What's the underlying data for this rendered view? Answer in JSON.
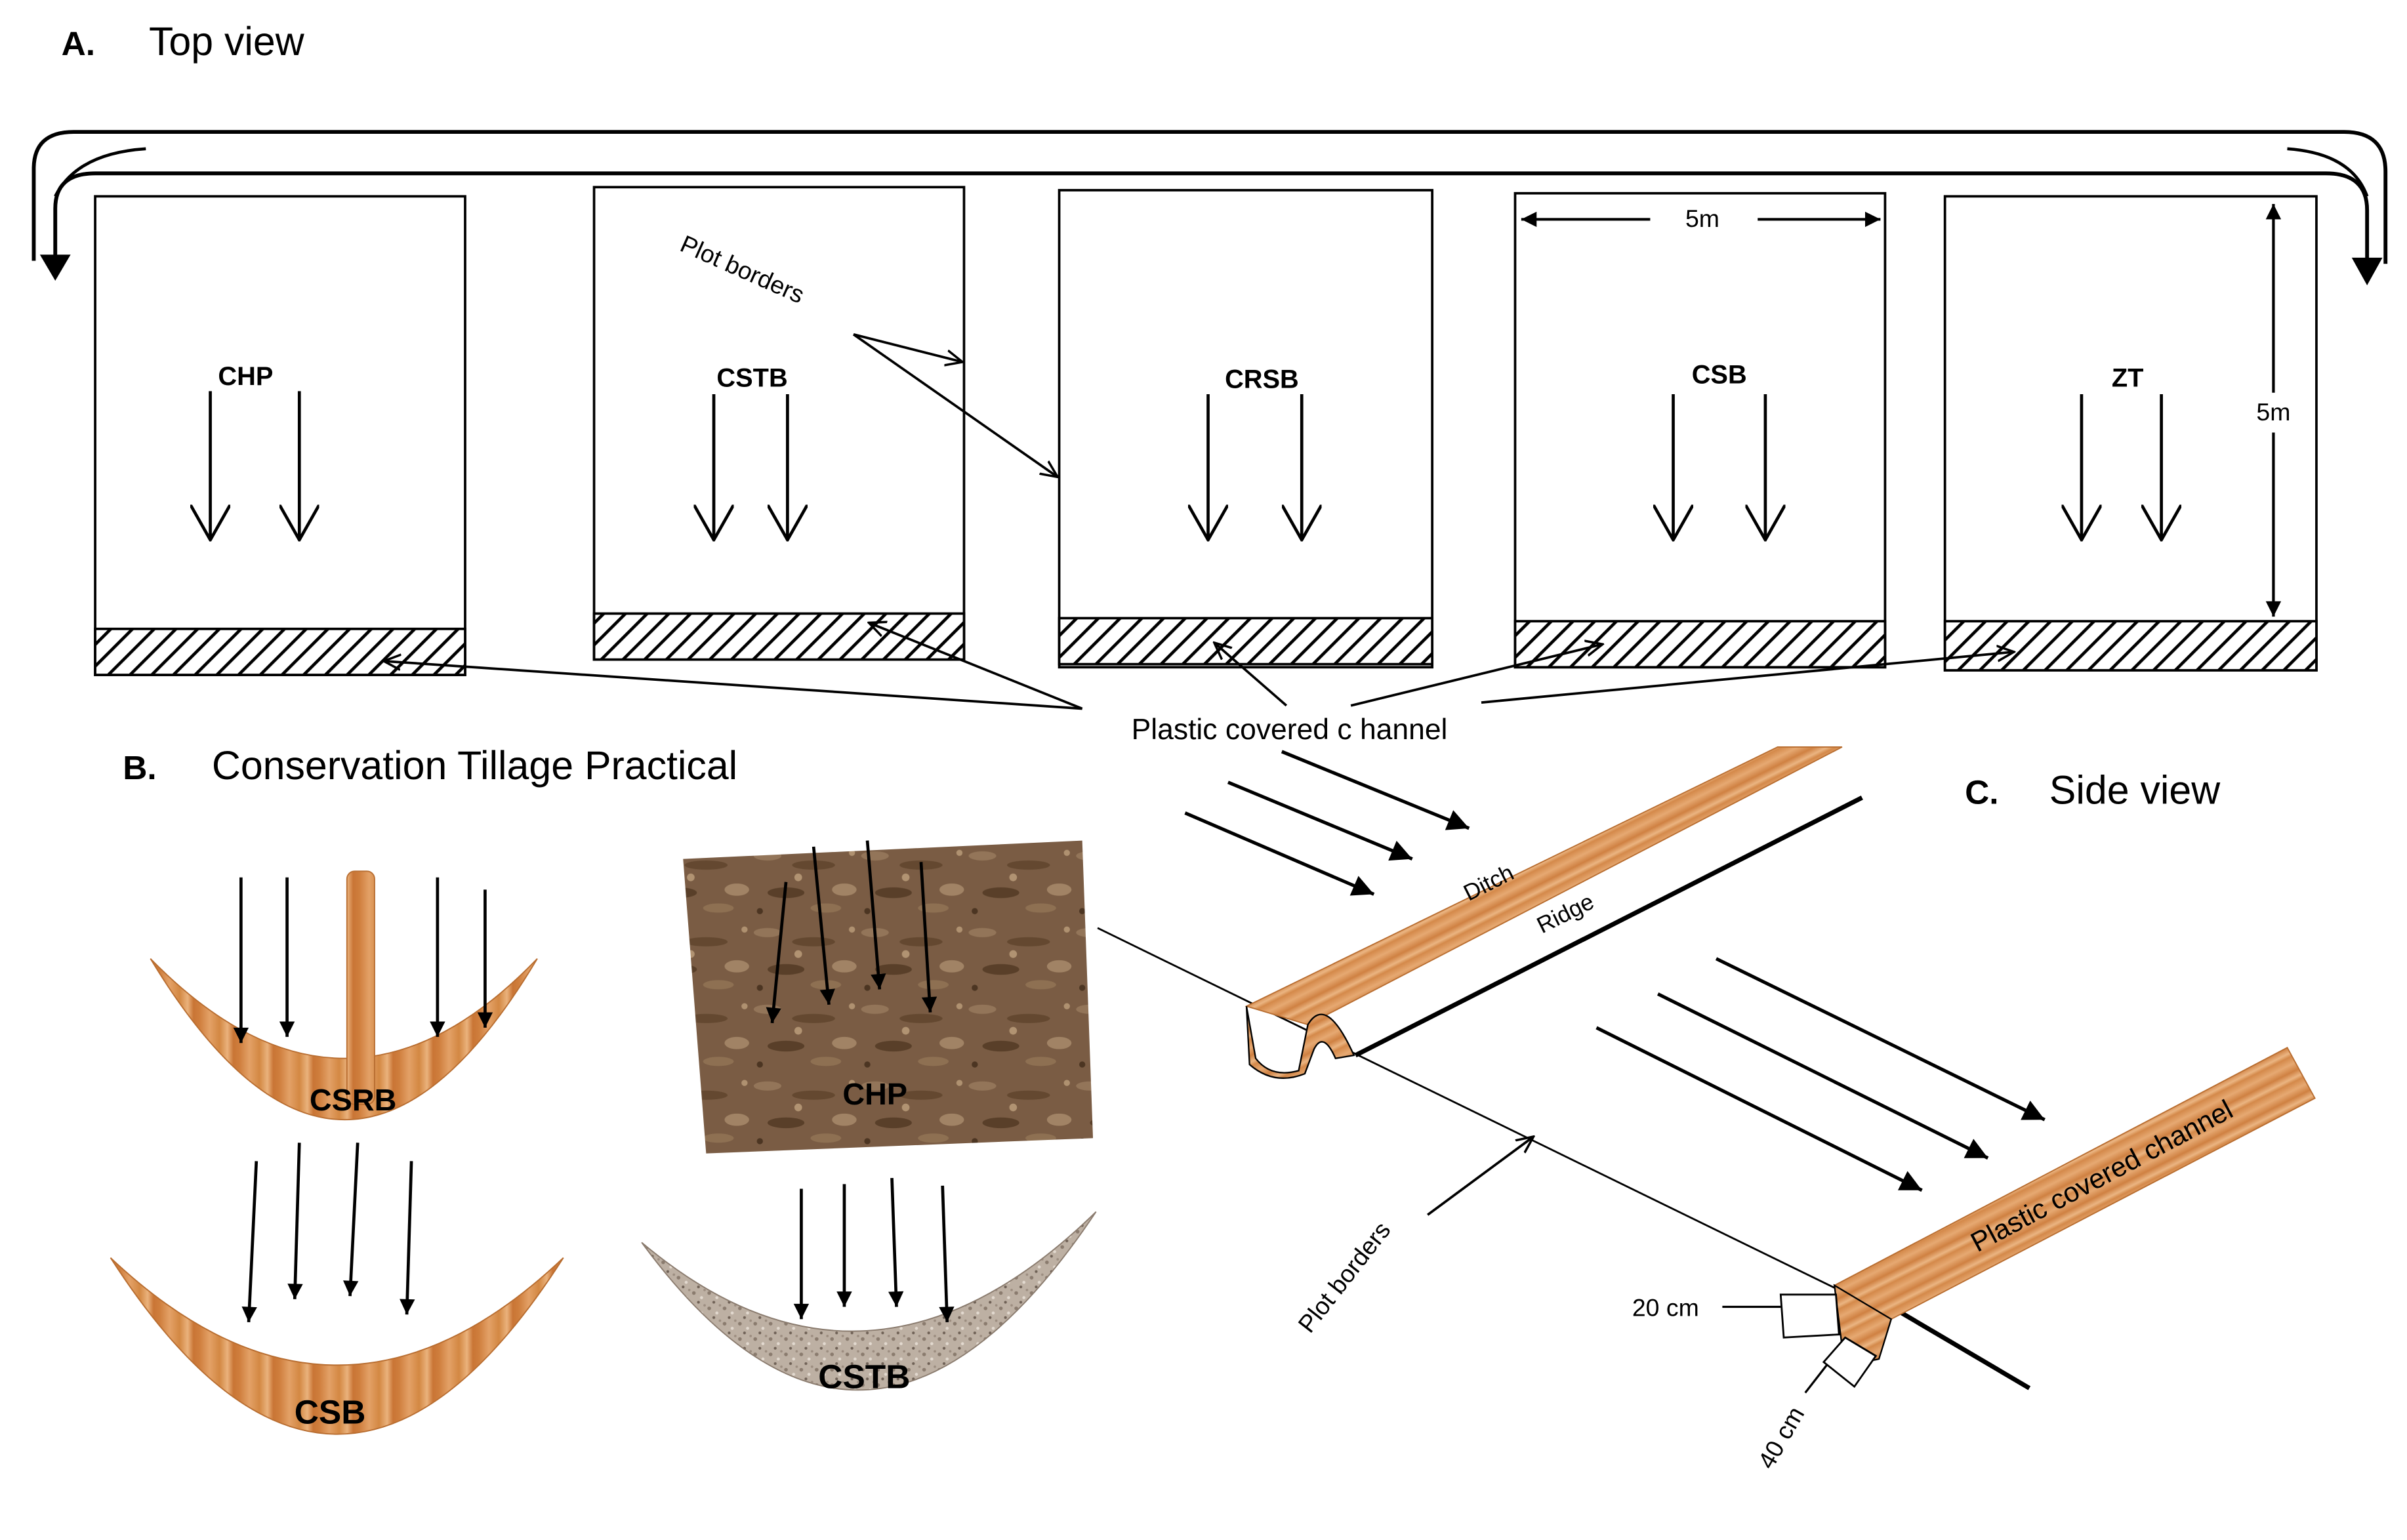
{
  "panel_a": {
    "letter": "A.",
    "title": "Top view",
    "plots": [
      {
        "label": "CHP"
      },
      {
        "label": "CSTB"
      },
      {
        "label": "CRSB"
      },
      {
        "label": "CSB"
      },
      {
        "label": "ZT"
      }
    ],
    "plot_borders_label": "Plot borders",
    "plot_width_label": "5m",
    "plot_length_label": "5m",
    "channel_label": "Plastic covered c hannel"
  },
  "panel_b": {
    "letter": "B.",
    "title": "Conservation Tillage Practical",
    "practices": [
      {
        "label": "CSRB"
      },
      {
        "label": "CSB"
      },
      {
        "label": "CHP"
      },
      {
        "label": "CSTB"
      }
    ]
  },
  "panel_c": {
    "letter": "C.",
    "title": "Side view",
    "ditch_label": "Ditch",
    "ridge_label": "Ridge",
    "channel_label": "Plastic covered channel",
    "plot_borders_label": "Plot borders",
    "channel_depth_label": "20 cm",
    "channel_width_label": "40 cm"
  },
  "colors": {
    "line": "#000000",
    "wood": "#d98b4c",
    "soil": "#83644a",
    "gravel": "#bdb0a3",
    "background": "#ffffff"
  }
}
